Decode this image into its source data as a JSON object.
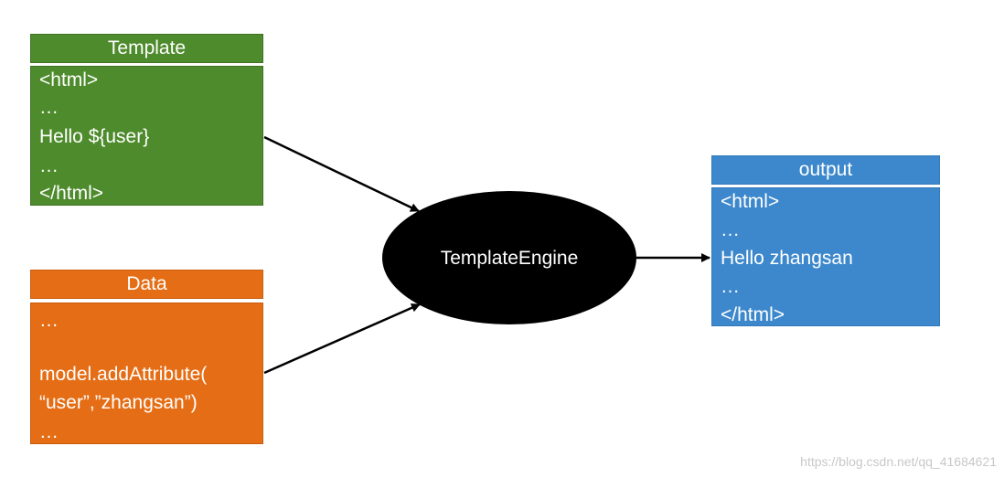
{
  "template_box": {
    "title": "Template",
    "lines": [
      "<html>",
      "…",
      "Hello ${user}",
      "…",
      "</html>"
    ]
  },
  "data_box": {
    "title": "Data",
    "lines": [
      "…",
      "",
      "model.addAttribute(",
      "“user”,”zhangsan”)",
      "…"
    ]
  },
  "engine": {
    "label": "TemplateEngine"
  },
  "output_box": {
    "title": "output",
    "lines": [
      "<html>",
      "…",
      "Hello zhangsan",
      "…",
      "</html>"
    ]
  },
  "watermark": "https://blog.csdn.net/qq_41684621",
  "colors": {
    "template": "#4e8b2c",
    "data": "#e56d15",
    "output": "#3d88cc",
    "engine": "#000000",
    "arrow": "#000000"
  }
}
